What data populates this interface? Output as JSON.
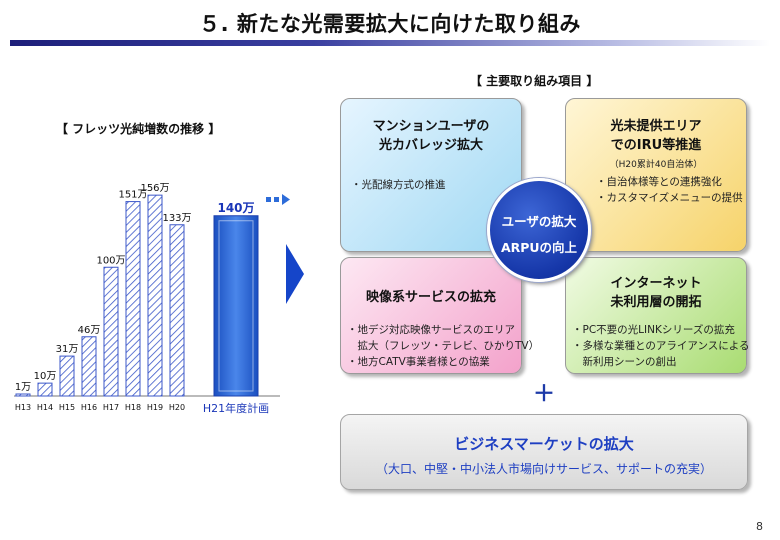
{
  "title": "５. 新たな光需要拡大に向けた取り組み",
  "chart_heading": "【 フレッツ光純増数の推移 】",
  "items_heading": "【 主要取り組み項目 】",
  "colors": {
    "bar_hatch": "#3b57c9",
    "plan_bar": "#2d6cd9",
    "plan_label": "#1a36b8",
    "arrow": "#1545c9",
    "title_rule": "#1d1f7a"
  },
  "chart_data": {
    "type": "bar",
    "categories": [
      "H13",
      "H14",
      "H15",
      "H16",
      "H17",
      "H18",
      "H19",
      "H20"
    ],
    "values": [
      1,
      10,
      31,
      46,
      100,
      151,
      156,
      133
    ],
    "value_labels": [
      "1万",
      "10万",
      "31万",
      "46万",
      "100万",
      "151万",
      "156万",
      "133万"
    ],
    "plan": {
      "category": "H21年度計画",
      "value": 140,
      "label": "140万"
    },
    "ylim": [
      0,
      160
    ],
    "grid": false,
    "legend": "none"
  },
  "quadrants": {
    "q1": {
      "title_line1": "マンションユーザの",
      "title_line2": "光カバレッジ拡大",
      "bullets": [
        "・光配線方式の推進"
      ]
    },
    "q2": {
      "title_line1": "光未提供エリア",
      "title_line2": "でのIRU等推進",
      "subtitle": "（H20累計40自治体）",
      "bullets": [
        "・自治体様等との連携強化",
        "・カスタマイズメニューの提供"
      ]
    },
    "q3": {
      "title_line1": "映像系サービスの拡充",
      "bullets": [
        "・地デジ対応映像サービスのエリア",
        "　拡大（フレッツ・テレビ、ひかりTV）",
        "・地方CATV事業者様との協業"
      ]
    },
    "q4": {
      "title_line1": "インターネット",
      "title_line2": "未利用層の開拓",
      "bullets": [
        "・PC不要の光LINKシリーズの拡充",
        "・多様な業種とのアライアンスによる",
        "　新利用シーンの創出"
      ]
    }
  },
  "center": {
    "line1": "ユーザの拡大",
    "line2": "ARPUの向上"
  },
  "plus": "＋",
  "business": {
    "title": "ビジネスマーケットの拡大",
    "subtitle": "（大口、中堅・中小法人市場向けサービス、サポートの充実）"
  },
  "page_number": "8"
}
